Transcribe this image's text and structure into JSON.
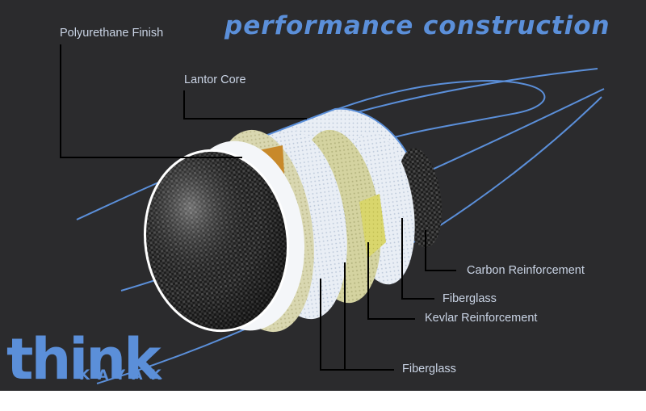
{
  "title": "performance construction",
  "labels": {
    "polyurethane_finish": "Polyurethane Finish",
    "lantor_core": "Lantor Core",
    "carbon_reinforcement": "Carbon Reinforcement",
    "fiberglass_inner": "Fiberglass",
    "kevlar_reinforcement": "Kevlar Reinforcement",
    "fiberglass_outer": "Fiberglass"
  },
  "logo": {
    "main": "think",
    "sub": "KAYAK"
  },
  "colors": {
    "background": "#2b2b2d",
    "accent_blue": "#5b8fd9",
    "label_text": "#c9d3e4",
    "leader_line": "#000000",
    "polyurethane": "#c8892a",
    "lantor": "#d6d6a4",
    "kevlar": "#d8d66e",
    "fiberglass": "#eef2f7",
    "carbon": "#2a2a2a"
  }
}
